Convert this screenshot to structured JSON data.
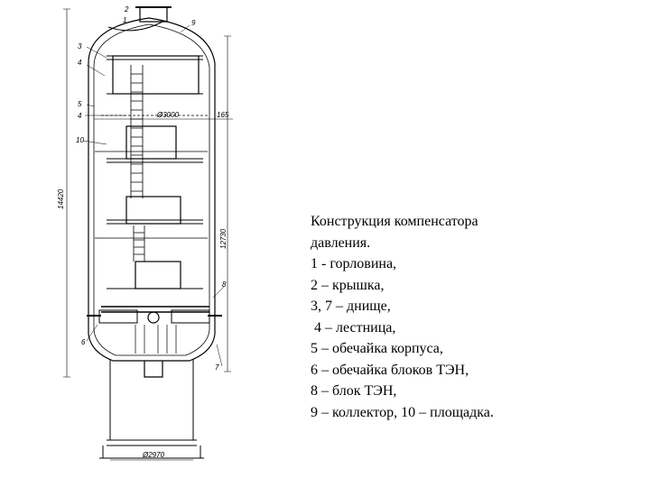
{
  "drawing": {
    "dimensions": {
      "diameter_inner": "Ø3000",
      "wall_offset": "165",
      "total_height": "14420",
      "vessel_height": "12730",
      "support_diameter": "Ø2970"
    },
    "callouts": [
      "2",
      "1",
      "9",
      "3",
      "4",
      "5",
      "4",
      "10",
      "8",
      "6",
      "7"
    ]
  },
  "caption": {
    "lines": [
      "Конструкция компенсатора",
      "давления.",
      "1 - горловина,",
      "2 – крышка,",
      "3, 7 – днище,",
      " 4 – лестница,",
      "5 – обечайка корпуса,",
      "6 – обечайка блоков ТЭН,",
      "8 – блок ТЭН,",
      "9 – коллектор, 10 – площадка."
    ]
  }
}
